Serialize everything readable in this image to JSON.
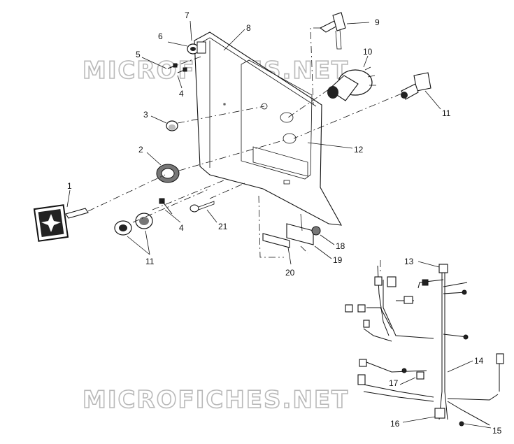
{
  "watermark": "MICROFICHES.NET",
  "callouts": [
    "1",
    "2",
    "3",
    "4",
    "5",
    "6",
    "7",
    "8",
    "9",
    "10",
    "11",
    "12",
    "13",
    "14",
    "15",
    "16",
    "17",
    "18",
    "19",
    "20",
    "21",
    "4",
    "11"
  ]
}
